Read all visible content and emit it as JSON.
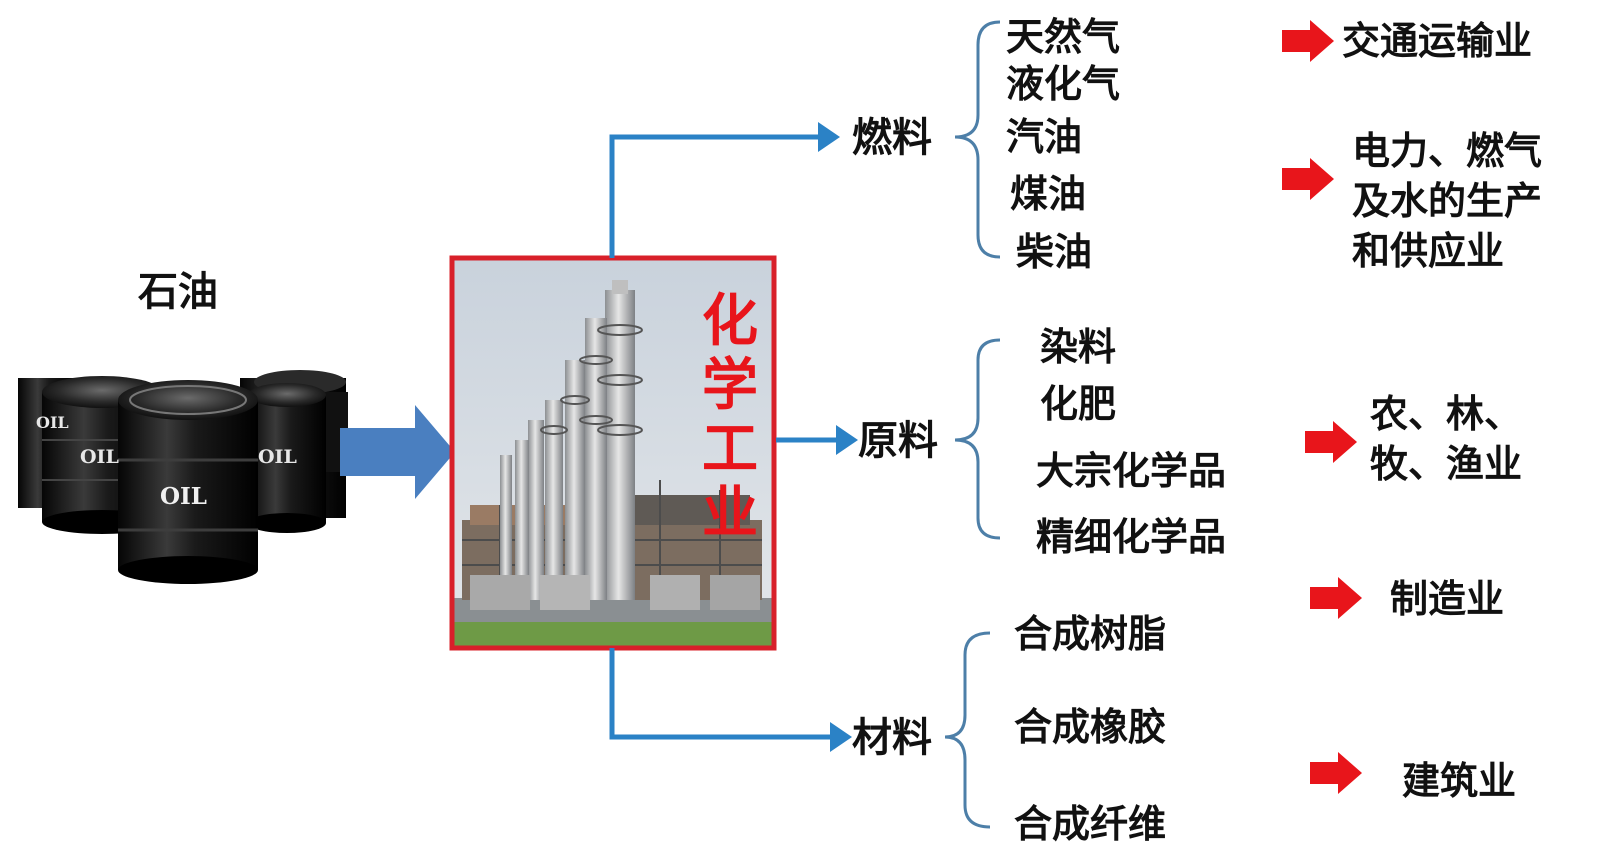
{
  "source": {
    "label": "石油",
    "barrel_text": "OIL"
  },
  "process": {
    "label_chars": [
      "化",
      "学",
      "工",
      "业"
    ]
  },
  "branches": {
    "fuel": {
      "label": "燃料",
      "items": [
        "天然气",
        "液化气",
        "汽油",
        "煤油",
        "柴油"
      ]
    },
    "raw": {
      "label": "原料",
      "items": [
        "染料",
        "化肥",
        "大宗化学品",
        "精细化学品"
      ]
    },
    "material": {
      "label": "材料",
      "items": [
        "合成树脂",
        "合成橡胶",
        "合成纤维"
      ]
    }
  },
  "industries": {
    "transport": "交通运输业",
    "utilities": [
      "电力、燃气",
      "及水的生产",
      "和供应业"
    ],
    "agriculture": [
      "农、林、",
      "牧、渔业"
    ],
    "manufacturing": "制造业",
    "construction": "建筑业"
  },
  "colors": {
    "arrow_blue": "#2b82c6",
    "big_arrow_blue": "#4a7fc0",
    "red_arrow": "#e8151b",
    "frame_red": "#d8202a",
    "bracket_blue": "#4d7fa8"
  }
}
